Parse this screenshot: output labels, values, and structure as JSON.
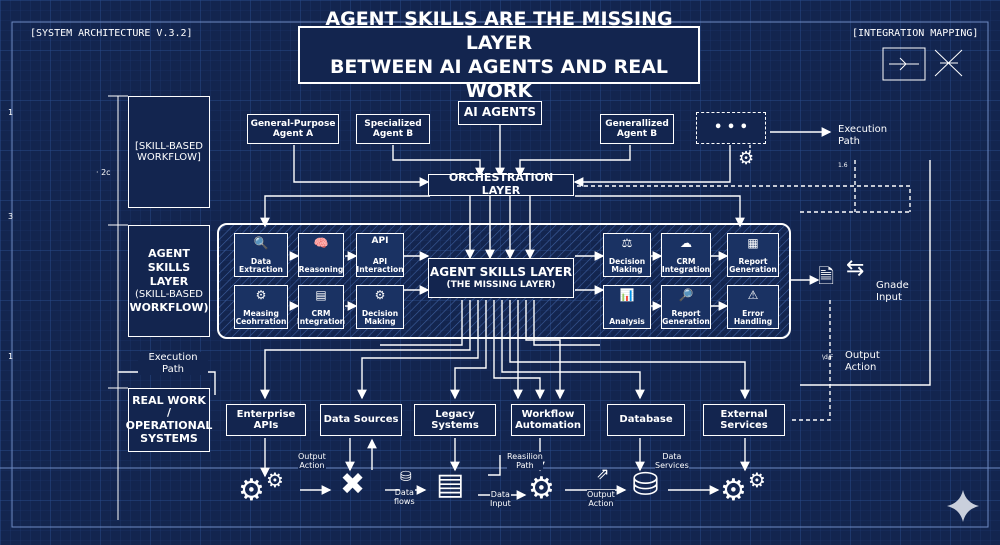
{
  "header": {
    "version_tag": "[SYSTEM ARCHITECTURE V.3.2]",
    "mapping_tag": "[INTEGRATION MAPPING]",
    "title_line1": "AGENT SKILLS ARE THE MISSING LAYER",
    "title_line2": "BETWEEN AI AGENTS AND REAL WORK"
  },
  "left_panel": {
    "skill_workflow_line1": "[SKILL-BASED",
    "skill_workflow_line2": "WORKFLOW]",
    "agent_skills_line1": "AGENT SKILLS",
    "agent_skills_line2": "LAYER",
    "agent_skills_line3": "(SKILL-BASED",
    "agent_skills_line4": "WORKFLOW)",
    "execution_path_line1": "Execution",
    "execution_path_line2": "Path",
    "real_work_line1": "REAL WORK /",
    "real_work_line2": "OPERATIONAL",
    "real_work_line3": "SYSTEMS",
    "tick_a": "1",
    "tick_b": "3",
    "tick_c": "1",
    "dim_label": "· 2c"
  },
  "agents": {
    "header": "AI AGENTS",
    "a_line1": "General-Purpose",
    "a_line2": "Agent A",
    "b_line1": "Specialized",
    "b_line2": "Agent B",
    "c_line1": "Generallized",
    "c_line2": "Agent B",
    "more": "• • •"
  },
  "orchestration": {
    "label": "ORCHESTRATION LAYER"
  },
  "skills_layer": {
    "title_line1": "AGENT SKILLS LAYER",
    "title_line2": "(THE MISSING LAYER)",
    "left_top": [
      {
        "icon": "🔍",
        "line1": "Data",
        "line2": "Extraction"
      },
      {
        "icon": "🧠",
        "line1": "Reasoning",
        "line2": ""
      },
      {
        "icon": "API",
        "line1": "API",
        "line2": "Interaction"
      }
    ],
    "left_bottom": [
      {
        "icon": "⚙",
        "line1": "Measing",
        "line2": "Ceohrration"
      },
      {
        "icon": "▤",
        "line1": "CRM",
        "line2": "Integration"
      },
      {
        "icon": "⚙",
        "line1": "Decision",
        "line2": "Making"
      }
    ],
    "right_top": [
      {
        "icon": "⚖",
        "line1": "Decision",
        "line2": "Making"
      },
      {
        "icon": "☁",
        "line1": "CRM",
        "line2": "Integration"
      },
      {
        "icon": "▦",
        "line1": "Report",
        "line2": "Generation"
      }
    ],
    "right_bottom": [
      {
        "icon": "📊",
        "line1": "Analysis",
        "line2": ""
      },
      {
        "icon": "🔎",
        "line1": "Report",
        "line2": "Generation"
      },
      {
        "icon": "⚠",
        "line1": "Error",
        "line2": "Handling"
      }
    ]
  },
  "right_panel": {
    "execution_line1": "Execution",
    "execution_line2": "Path",
    "grade_line1": "Gnade",
    "grade_line2": "Input",
    "output_line1": "Output",
    "output_line2": "Action",
    "tiny_a": "1.6",
    "tiny_b": "\\d/F"
  },
  "systems": [
    {
      "label": "Enterprise APIs"
    },
    {
      "label": "Data Sources"
    },
    {
      "label": "Legacy Systems"
    },
    {
      "label": "Workflow Automation"
    },
    {
      "label": "Database"
    },
    {
      "label": "External Services"
    }
  ],
  "flow_labels": {
    "output_action_1_line1": "Output",
    "output_action_1_line2": "Action",
    "data_flows_line1": "Data",
    "data_flows_line2": "flows",
    "reasilion_line1": "Reasilion",
    "reasilion_line2": "Path",
    "data_input_line1": "Data",
    "data_input_line2": "Input",
    "output_action_2_line1": "Output",
    "output_action_2_line2": "Action",
    "data_services_line1": "Data",
    "data_services_line2": "Services"
  },
  "colors": {
    "background": "#13254f",
    "grid": "#2a4a8a",
    "line": "#ffffff"
  },
  "icons": [
    "gear-icon",
    "tools-icon",
    "database-icon",
    "server-icon",
    "sparkle-icon"
  ]
}
